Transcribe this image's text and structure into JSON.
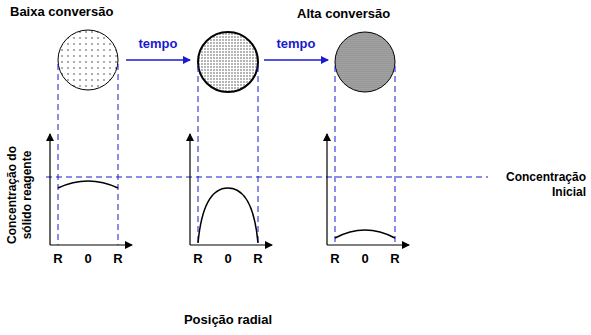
{
  "diagram": {
    "labels": [
      "Baixa conversão",
      "Alta conversão",
      "tempo",
      "tempo",
      "Concentração do sólido reagente",
      "Concentração Inicial",
      "R",
      "0",
      "R",
      "R",
      "0",
      "R",
      "R",
      "0",
      "R",
      "Posição radial"
    ]
  }
}
